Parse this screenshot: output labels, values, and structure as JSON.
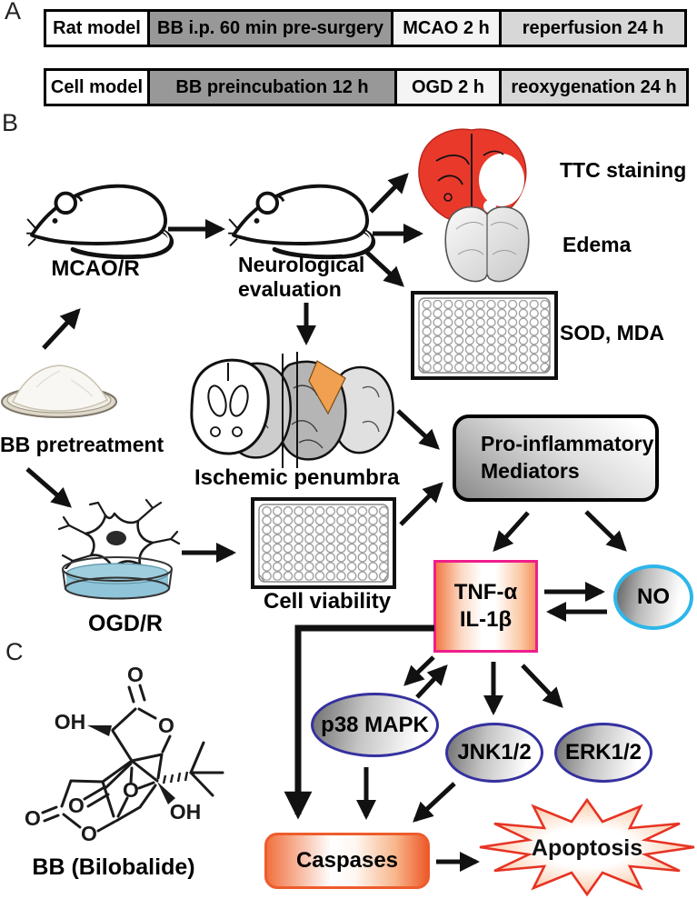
{
  "panels": {
    "a": "A",
    "b": "B",
    "c": "C"
  },
  "timeline": {
    "rat": [
      "Rat model",
      "BB i.p. 60 min pre-surgery",
      "MCAO 2 h",
      "reperfusion 24 h"
    ],
    "cell": [
      "Cell model",
      "BB preincubation 12 h",
      "OGD 2 h",
      "reoxygenation 24 h"
    ]
  },
  "flow": {
    "mcaor": "MCAO/R",
    "neurological_1": "Neurological",
    "neurological_2": "evaluation",
    "ttc_staining": "TTC staining",
    "edema": "Edema",
    "sod_mda": "SOD, MDA",
    "bb_pretreatment": "BB pretreatment",
    "ischemic_penumbra": "Ischemic penumbra",
    "ogdr": "OGD/R",
    "cell_viability": "Cell viability",
    "pro_inflammatory_1": "Pro-inflammatory",
    "pro_inflammatory_2": "Mediators",
    "tnf": "TNF-α",
    "il1b": "IL-1β",
    "no": "NO",
    "p38": "p38 MAPK",
    "jnk": "JNK1/2",
    "erk": "ERK1/2",
    "caspases": "Caspases",
    "apoptosis": "Apoptosis"
  },
  "chem": {
    "caption": "BB (Bilobalide)",
    "atom_o": "O",
    "atom_oh": "OH"
  },
  "colors": {
    "timeline_dark_gray": "#989898",
    "timeline_light_gray": "#d7d7d7",
    "timeline_near_white": "#f4f4f4",
    "ttc_red": "#e8392b",
    "penumbra_orange": "#f0a050",
    "tnf_border_pink": "#ee1e8c",
    "tnf_fill_orange": "#f37a45",
    "no_border_cyan": "#2eb6ea",
    "kinase_border_blue": "#35319f",
    "caspases_orange": "#ee5c2c",
    "apoptosis_red": "#e63323",
    "petri_dish_blue": "#8fc4d9",
    "arrow_black": "#111111"
  }
}
